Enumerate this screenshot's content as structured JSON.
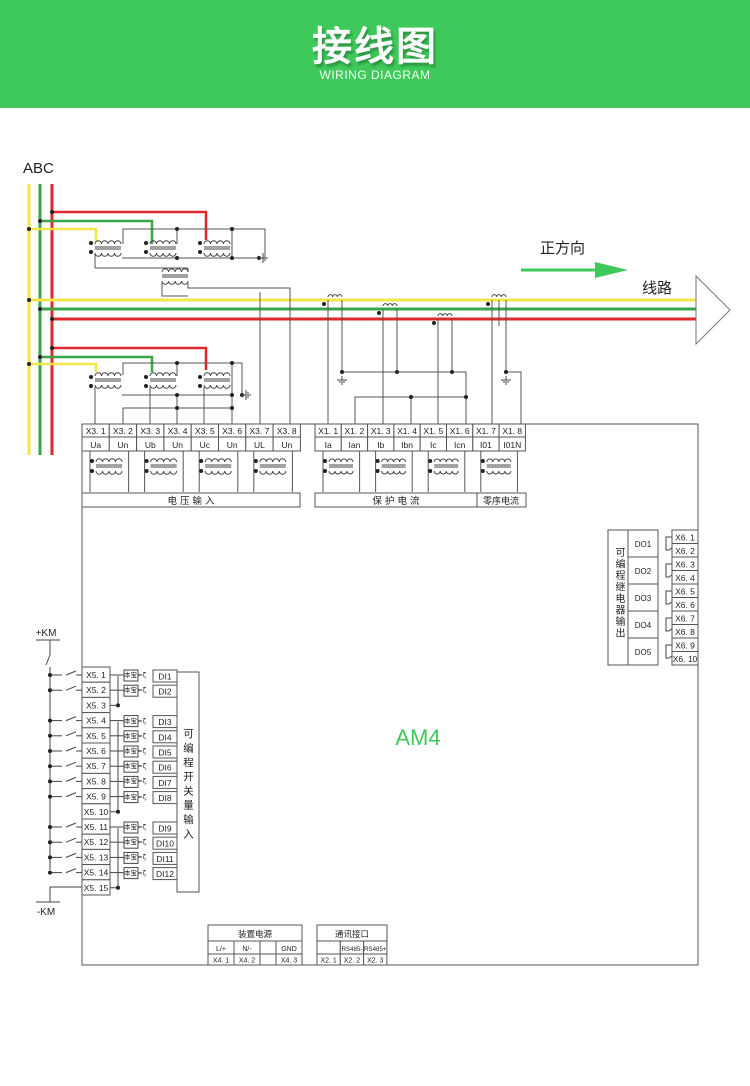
{
  "header": {
    "title": "接线图",
    "subtitle": "WIRING DIAGRAM",
    "background_color": "#3ec95a"
  },
  "diagram": {
    "phase_label": "ABC",
    "direction_label": "正方向",
    "line_label": "线路",
    "device_label": "AM4",
    "device_label_color": "#3ec95a",
    "wire_colors": {
      "A": "#f2e64a",
      "B": "#3aa64a",
      "C": "#e0272b",
      "arrow": "#3ec95a"
    },
    "voltage_terminals": [
      {
        "id": "X3. 1",
        "name": "Ua"
      },
      {
        "id": "X3. 2",
        "name": "Un"
      },
      {
        "id": "X3. 3",
        "name": "Ub"
      },
      {
        "id": "X3. 4",
        "name": "Un"
      },
      {
        "id": "X3. 5",
        "name": "Uc"
      },
      {
        "id": "X3. 6",
        "name": "Un"
      },
      {
        "id": "X3. 7",
        "name": "UL"
      },
      {
        "id": "X3. 8",
        "name": "Un"
      }
    ],
    "voltage_group_label": "电 压 输 入",
    "current_terminals": [
      {
        "id": "X1. 1",
        "name": "Ia"
      },
      {
        "id": "X1. 2",
        "name": "Ian"
      },
      {
        "id": "X1. 3",
        "name": "Ib"
      },
      {
        "id": "X1. 4",
        "name": "Ibn"
      },
      {
        "id": "X1. 5",
        "name": "Ic"
      },
      {
        "id": "X1. 6",
        "name": "Icn"
      },
      {
        "id": "X1. 7",
        "name": "I01"
      },
      {
        "id": "X1. 8",
        "name": "I01N"
      }
    ],
    "protection_current_label": "保 护 电 流",
    "zero_seq_label": "零序电流",
    "relay_outputs": {
      "label": "可编程继电器输出",
      "relays": [
        {
          "name": "DO1",
          "terminals": [
            "X6. 1",
            "X6. 2"
          ]
        },
        {
          "name": "DO2",
          "terminals": [
            "X6. 3",
            "X6. 4"
          ]
        },
        {
          "name": "DO3",
          "terminals": [
            "X6. 5",
            "X6. 6"
          ]
        },
        {
          "name": "DO4",
          "terminals": [
            "X6. 7",
            "X6. 8"
          ]
        },
        {
          "name": "DO5",
          "terminals": [
            "X6. 9",
            "X6. 10"
          ]
        }
      ]
    },
    "digital_inputs": {
      "label": "可编程开关量输入",
      "plus_label": "+KM",
      "minus_label": "-KM",
      "terminals": [
        "X5. 1",
        "X5. 2",
        "X5. 3",
        "X5. 4",
        "X5. 5",
        "X5. 6",
        "X5. 7",
        "X5. 8",
        "X5. 9",
        "X5. 10",
        "X5. 11",
        "X5. 12",
        "X5. 13",
        "X5. 14",
        "X5. 15"
      ],
      "inputs": [
        "DI1",
        "DI2",
        "DI3",
        "DI4",
        "DI5",
        "DI6",
        "DI7",
        "DI8",
        "DI9",
        "DI10",
        "DI11",
        "DI12"
      ],
      "optocoupler_symbol": "本宝≈ζ"
    },
    "power_supply": {
      "label": "装置电源",
      "columns": [
        {
          "name": "L/+",
          "id": "X4. 1"
        },
        {
          "name": "N/-",
          "id": "X4. 2"
        },
        {
          "name": "",
          "id": ""
        },
        {
          "name": "GND",
          "id": "X4. 3"
        }
      ]
    },
    "comm_port": {
      "label": "通讯接口",
      "columns": [
        {
          "name": "",
          "id": "X2. 1"
        },
        {
          "name": "RS485-",
          "id": "X2. 2"
        },
        {
          "name": "RS485+",
          "id": "X2. 3"
        }
      ]
    }
  }
}
